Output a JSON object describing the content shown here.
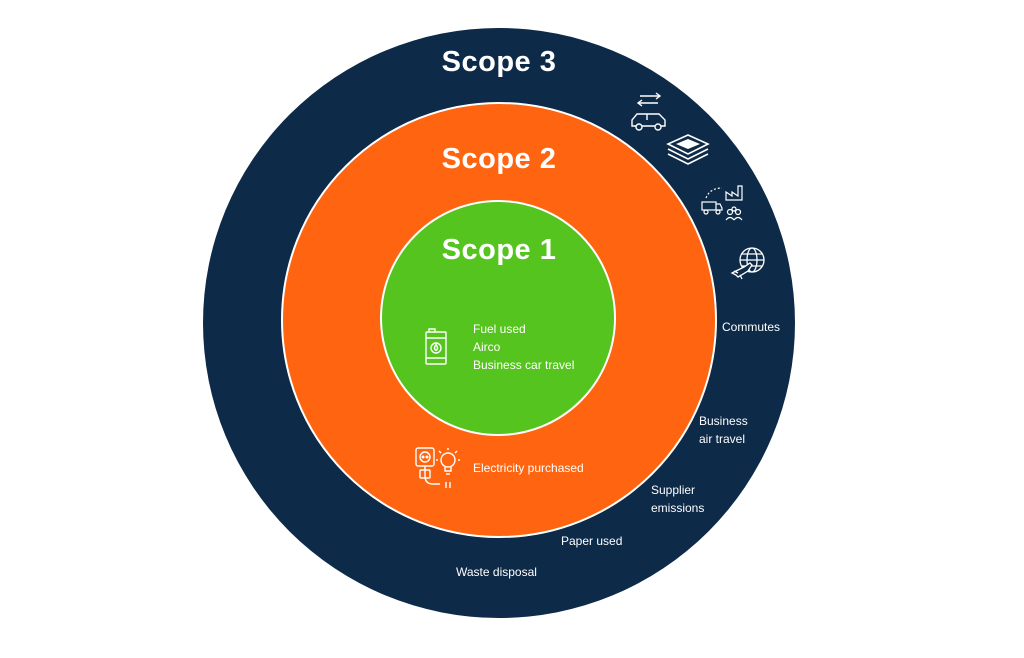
{
  "scopes": {
    "scope3": {
      "title": "Scope 3",
      "color": "#0d2a48"
    },
    "scope2": {
      "title": "Scope 2",
      "color": "#ff6511"
    },
    "scope1": {
      "title": "Scope 1",
      "color": "#56c41f"
    }
  },
  "scope1_items": [
    "Fuel used",
    "Airco",
    "Business car travel"
  ],
  "scope2_items": [
    "Electricity purchased"
  ],
  "scope3_items": {
    "commutes": "Commutes",
    "business_air_1": "Business",
    "business_air_2": "air travel",
    "supplier_1": "Supplier",
    "supplier_2": "emissions",
    "paper": "Paper used",
    "waste": "Waste disposal"
  },
  "icons": {
    "scope1": "fuel-barrel-icon",
    "scope2": "electricity-plug-bulb-icon",
    "commute": "car-commute-icon",
    "paper": "paper-stack-icon",
    "supplier": "supplier-truck-factory-icon",
    "air": "plane-globe-icon"
  }
}
